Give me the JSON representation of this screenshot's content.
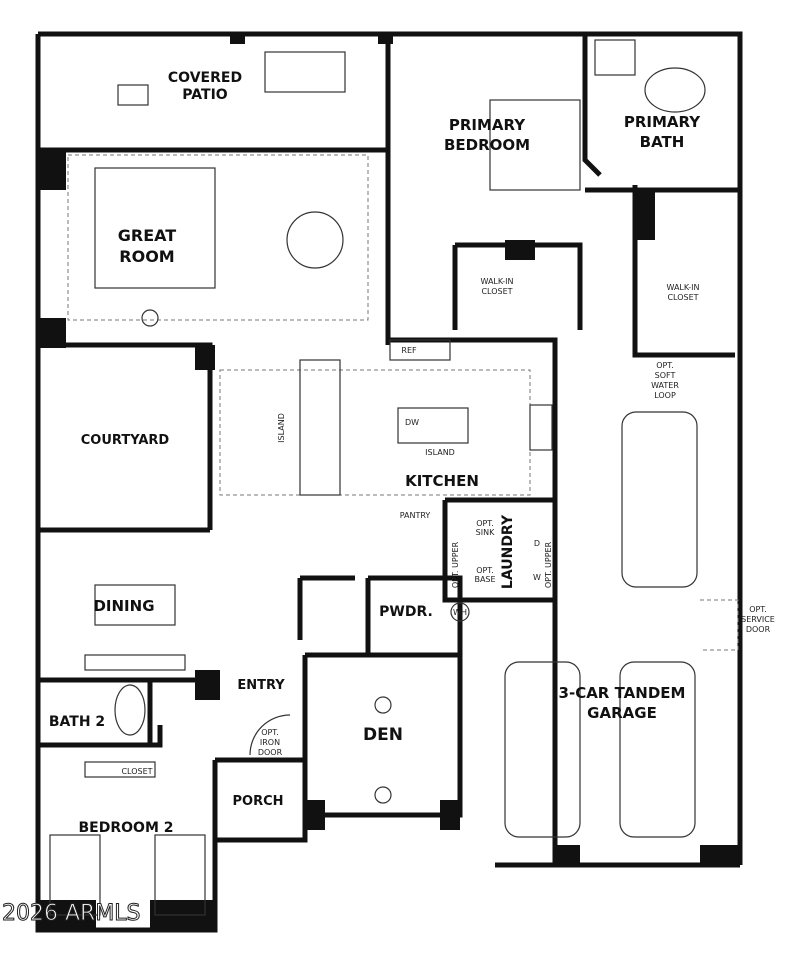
{
  "rooms": {
    "covered_patio": [
      "COVERED",
      "PATIO"
    ],
    "primary_bedroom": [
      "PRIMARY",
      "BEDROOM"
    ],
    "primary_bath": [
      "PRIMARY",
      "BATH"
    ],
    "great_room": [
      "GREAT",
      "ROOM"
    ],
    "walkin_closet_1": [
      "WALK-IN",
      "CLOSET"
    ],
    "walkin_closet_2": [
      "WALK-IN",
      "CLOSET"
    ],
    "courtyard": "COURTYARD",
    "kitchen": "KITCHEN",
    "dining": "DINING",
    "entry": "ENTRY",
    "pwdr": "PWDR.",
    "laundry": "LAUNDRY",
    "den": "DEN",
    "garage": [
      "3-CAR TANDEM",
      "GARAGE"
    ],
    "bath2": "BATH 2",
    "bedroom2": "BEDROOM 2",
    "porch": "PORCH",
    "closet": "CLOSET"
  },
  "fixtures": {
    "ref": "REF",
    "island": "ISLAND",
    "island_vertical": "ISLAND",
    "dw": "DW",
    "pantry": "PANTRY",
    "opt_sink": [
      "OPT.",
      "SINK"
    ],
    "opt_base": [
      "OPT.",
      "BASE"
    ],
    "opt_upper_left": "OPT. UPPER",
    "opt_upper_right": "OPT. UPPER",
    "dryer": "D",
    "washer": "W",
    "wh": "WH",
    "soft_water": [
      "OPT.",
      "SOFT",
      "WATER",
      "LOOP"
    ],
    "service_door": [
      "OPT.",
      "SERVICE",
      "DOOR"
    ],
    "iron_door": [
      "OPT.",
      "IRON",
      "DOOR"
    ]
  },
  "watermark": "2026 ARMLS"
}
